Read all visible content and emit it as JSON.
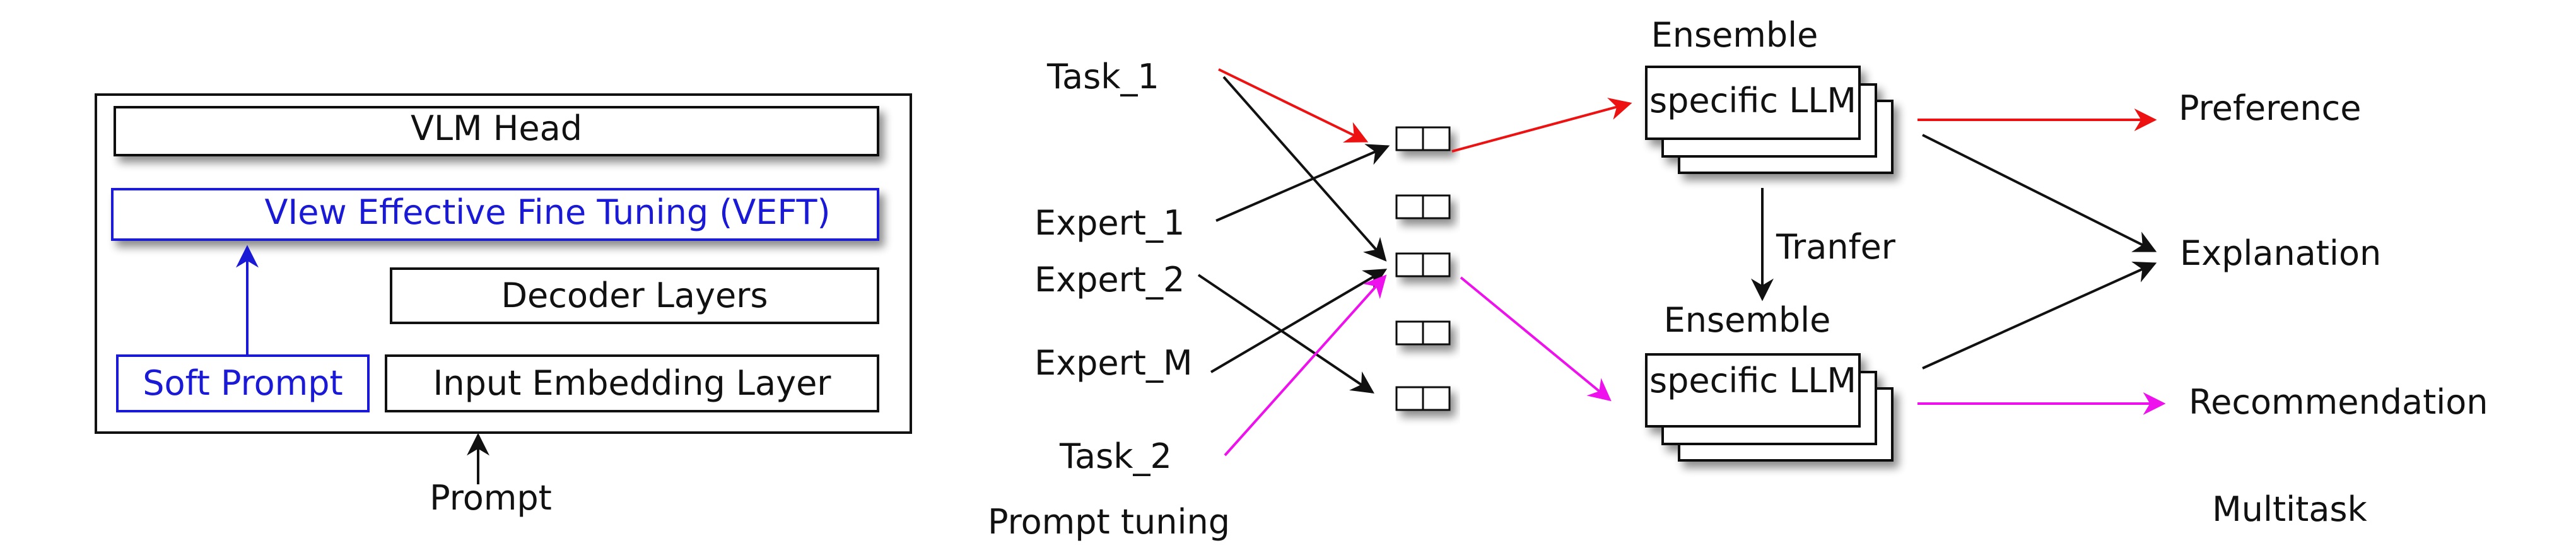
{
  "colors": {
    "black": "#111111",
    "blue": "#1a1ad6",
    "red": "#ee1111",
    "magenta": "#ee11ee",
    "shadow": "#9a9a9a"
  },
  "left_panel": {
    "vlm_head": "VLM Head",
    "veft": "VIew Effective Fine Tuning (VEFT)",
    "decoder_layers": "Decoder Layers",
    "soft_prompt": "Soft Prompt",
    "input_embedding": "Input Embedding Layer",
    "prompt": "Prompt"
  },
  "right_panel": {
    "inputs": {
      "task_1": "Task_1",
      "expert_1": "Expert_1",
      "expert_2": "Expert_2",
      "expert_m": "Expert_M",
      "task_2": "Task_2"
    },
    "prompt_tuning": "Prompt tuning",
    "ensemble_top": {
      "title": "Ensemble",
      "label": "specific LLM"
    },
    "ensemble_bottom": {
      "title": "Ensemble",
      "label": "specific LLM"
    },
    "transfer": "Tranfer",
    "outputs": {
      "preference": "Preference",
      "explanation": "Explanation",
      "recommendation": "Recommendation"
    },
    "multitask": "Multitask"
  }
}
